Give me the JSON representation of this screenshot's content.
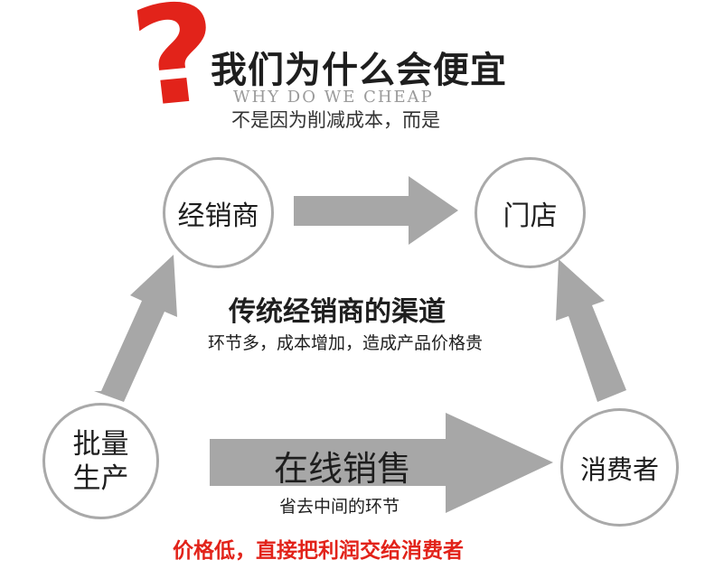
{
  "header": {
    "question_mark": "?",
    "title": "我们为什么会便宜",
    "subtitle_en": "WHY DO WE CHEAP",
    "subtitle": "不是因为削减成本，而是"
  },
  "nodes": {
    "distributor": "经销商",
    "store": "门店",
    "mass_production": [
      "批量",
      "生产"
    ],
    "consumer": "消费者"
  },
  "traditional_channel": {
    "title": "传统经销商的渠道",
    "description": "环节多，成本增加，造成产品价格贵"
  },
  "online_sales": {
    "title": "在线销售",
    "description": "省去中间的环节"
  },
  "footer": "价格低，直接把利润交给消费者",
  "colors": {
    "accent_red": "#e2231a",
    "arrow_gray": "#a7a7a7",
    "circle_border": "#a9a9a9",
    "text_dark": "#1e1e1e"
  }
}
